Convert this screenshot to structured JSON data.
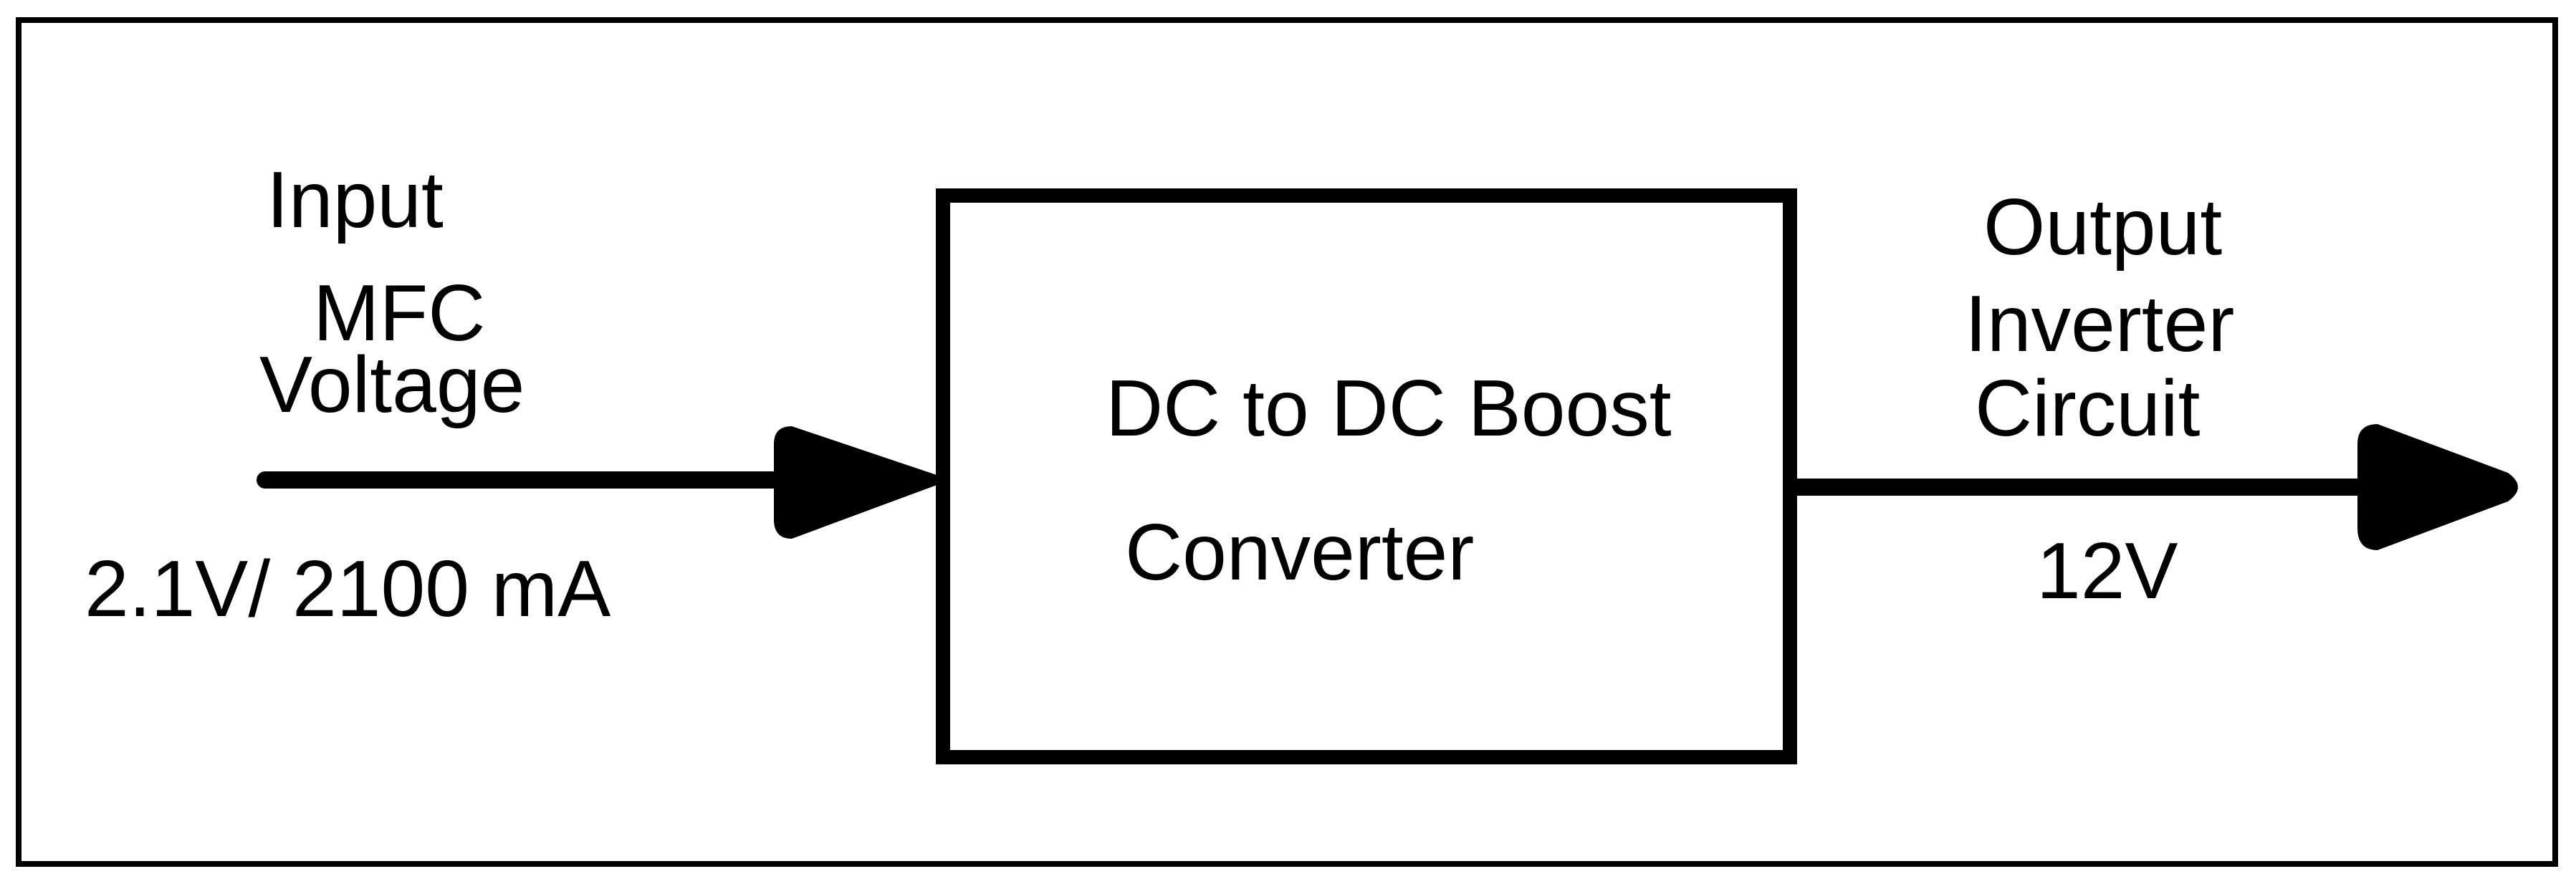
{
  "diagram": {
    "input": {
      "line1": "Input",
      "line2": "MFC",
      "line3": "Voltage",
      "rating": "2.1V/ 2100 mA"
    },
    "converter": {
      "line1": "DC to DC Boost",
      "line2": "Converter"
    },
    "output": {
      "line1": "Output",
      "line2": "Inverter",
      "line3": "Circuit",
      "voltage": "12V"
    },
    "colors": {
      "stroke": "#000000",
      "background": "#ffffff"
    }
  }
}
